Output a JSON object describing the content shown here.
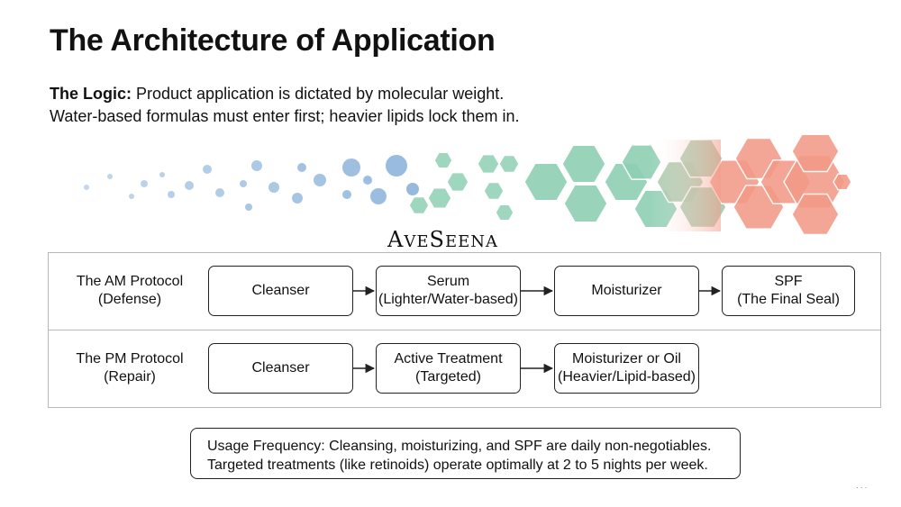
{
  "title": "The Architecture of Application",
  "logic": {
    "label": "The Logic:",
    "line1": "Product application is dictated by molecular weight.",
    "line2": "Water-based formulas must enter first; heavier lipids lock them in."
  },
  "colors": {
    "water": "#8fb5dc",
    "serum": "#8fcfb3",
    "lipid": "#f39a88",
    "border": "#b8b8b8",
    "text": "#111111"
  },
  "brand": {
    "cap1": "A",
    "rest1": "VE",
    "cap2": "S",
    "rest2": "EENA"
  },
  "am_protocol": {
    "label_line1": "The AM Protocol",
    "label_line2": "(Defense)",
    "steps": [
      {
        "line1": "Cleanser",
        "line2": ""
      },
      {
        "line1": "Serum",
        "line2": "(Lighter/Water-based)"
      },
      {
        "line1": "Moisturizer",
        "line2": ""
      },
      {
        "line1": "SPF",
        "line2": "(The Final Seal)"
      }
    ]
  },
  "pm_protocol": {
    "label_line1": "The PM Protocol",
    "label_line2": "(Repair)",
    "steps": [
      {
        "line1": "Cleanser",
        "line2": ""
      },
      {
        "line1": "Active Treatment",
        "line2": "(Targeted)"
      },
      {
        "line1": "Moisturizer or Oil",
        "line2": "(Heavier/Lipid-based)"
      }
    ]
  },
  "usage": {
    "line1": "Usage Frequency: Cleansing, moisturizing, and SPF are daily non-negotiables.",
    "line2": "Targeted treatments (like retinoids) operate optimally at 2 to 5 nights per week."
  }
}
